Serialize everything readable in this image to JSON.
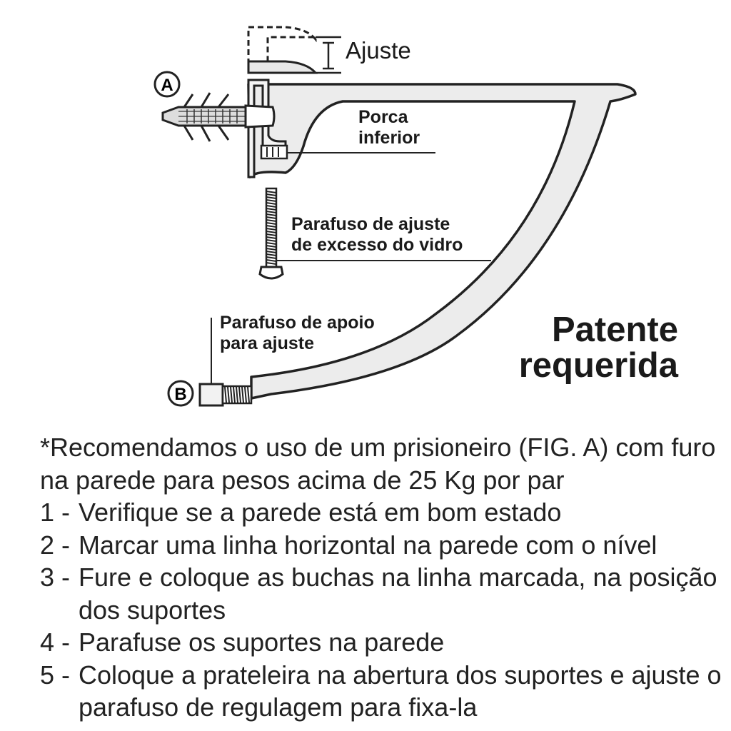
{
  "diagram": {
    "label_adjust": "Ajuste",
    "label_nut": [
      "Porca",
      "inferior"
    ],
    "label_glass_screw": [
      "Parafuso de ajuste",
      "de excesso do vidro"
    ],
    "label_support_screw": [
      "Parafuso de apoio",
      "para ajuste"
    ],
    "badge_a": "A",
    "badge_b": "B",
    "patent": [
      "Patente",
      "requerida"
    ]
  },
  "instructions": {
    "note": "*Recomendamos o uso de um prisioneiro (FIG. A) com furo na parede para pesos acima de 25 Kg por par",
    "steps": [
      {
        "num": "1 -",
        "text": "Verifique se a parede está em bom estado"
      },
      {
        "num": "2 -",
        "text": "Marcar uma linha horizontal na parede com o nível"
      },
      {
        "num": "3 -",
        "text": "Fure e coloque as buchas na linha marcada, na posição dos suportes"
      },
      {
        "num": "4 -",
        "text": "Parafuse os suportes na parede"
      },
      {
        "num": "5 -",
        "text": "Coloque a prateleira na abertura dos suportes e ajuste o parafuso de regulagem para fixa-la"
      }
    ]
  }
}
